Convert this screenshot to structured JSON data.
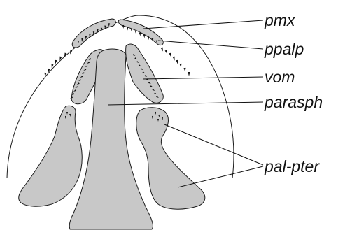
{
  "labels": {
    "pmx": "pmx",
    "ppalp": "ppalp",
    "vom": "vom",
    "parasph": "parasph",
    "pal_pter": "pal-pter"
  },
  "colors": {
    "bone_fill": "#c8c8c8",
    "line": "#1a1a1a",
    "background": "#ffffff"
  }
}
